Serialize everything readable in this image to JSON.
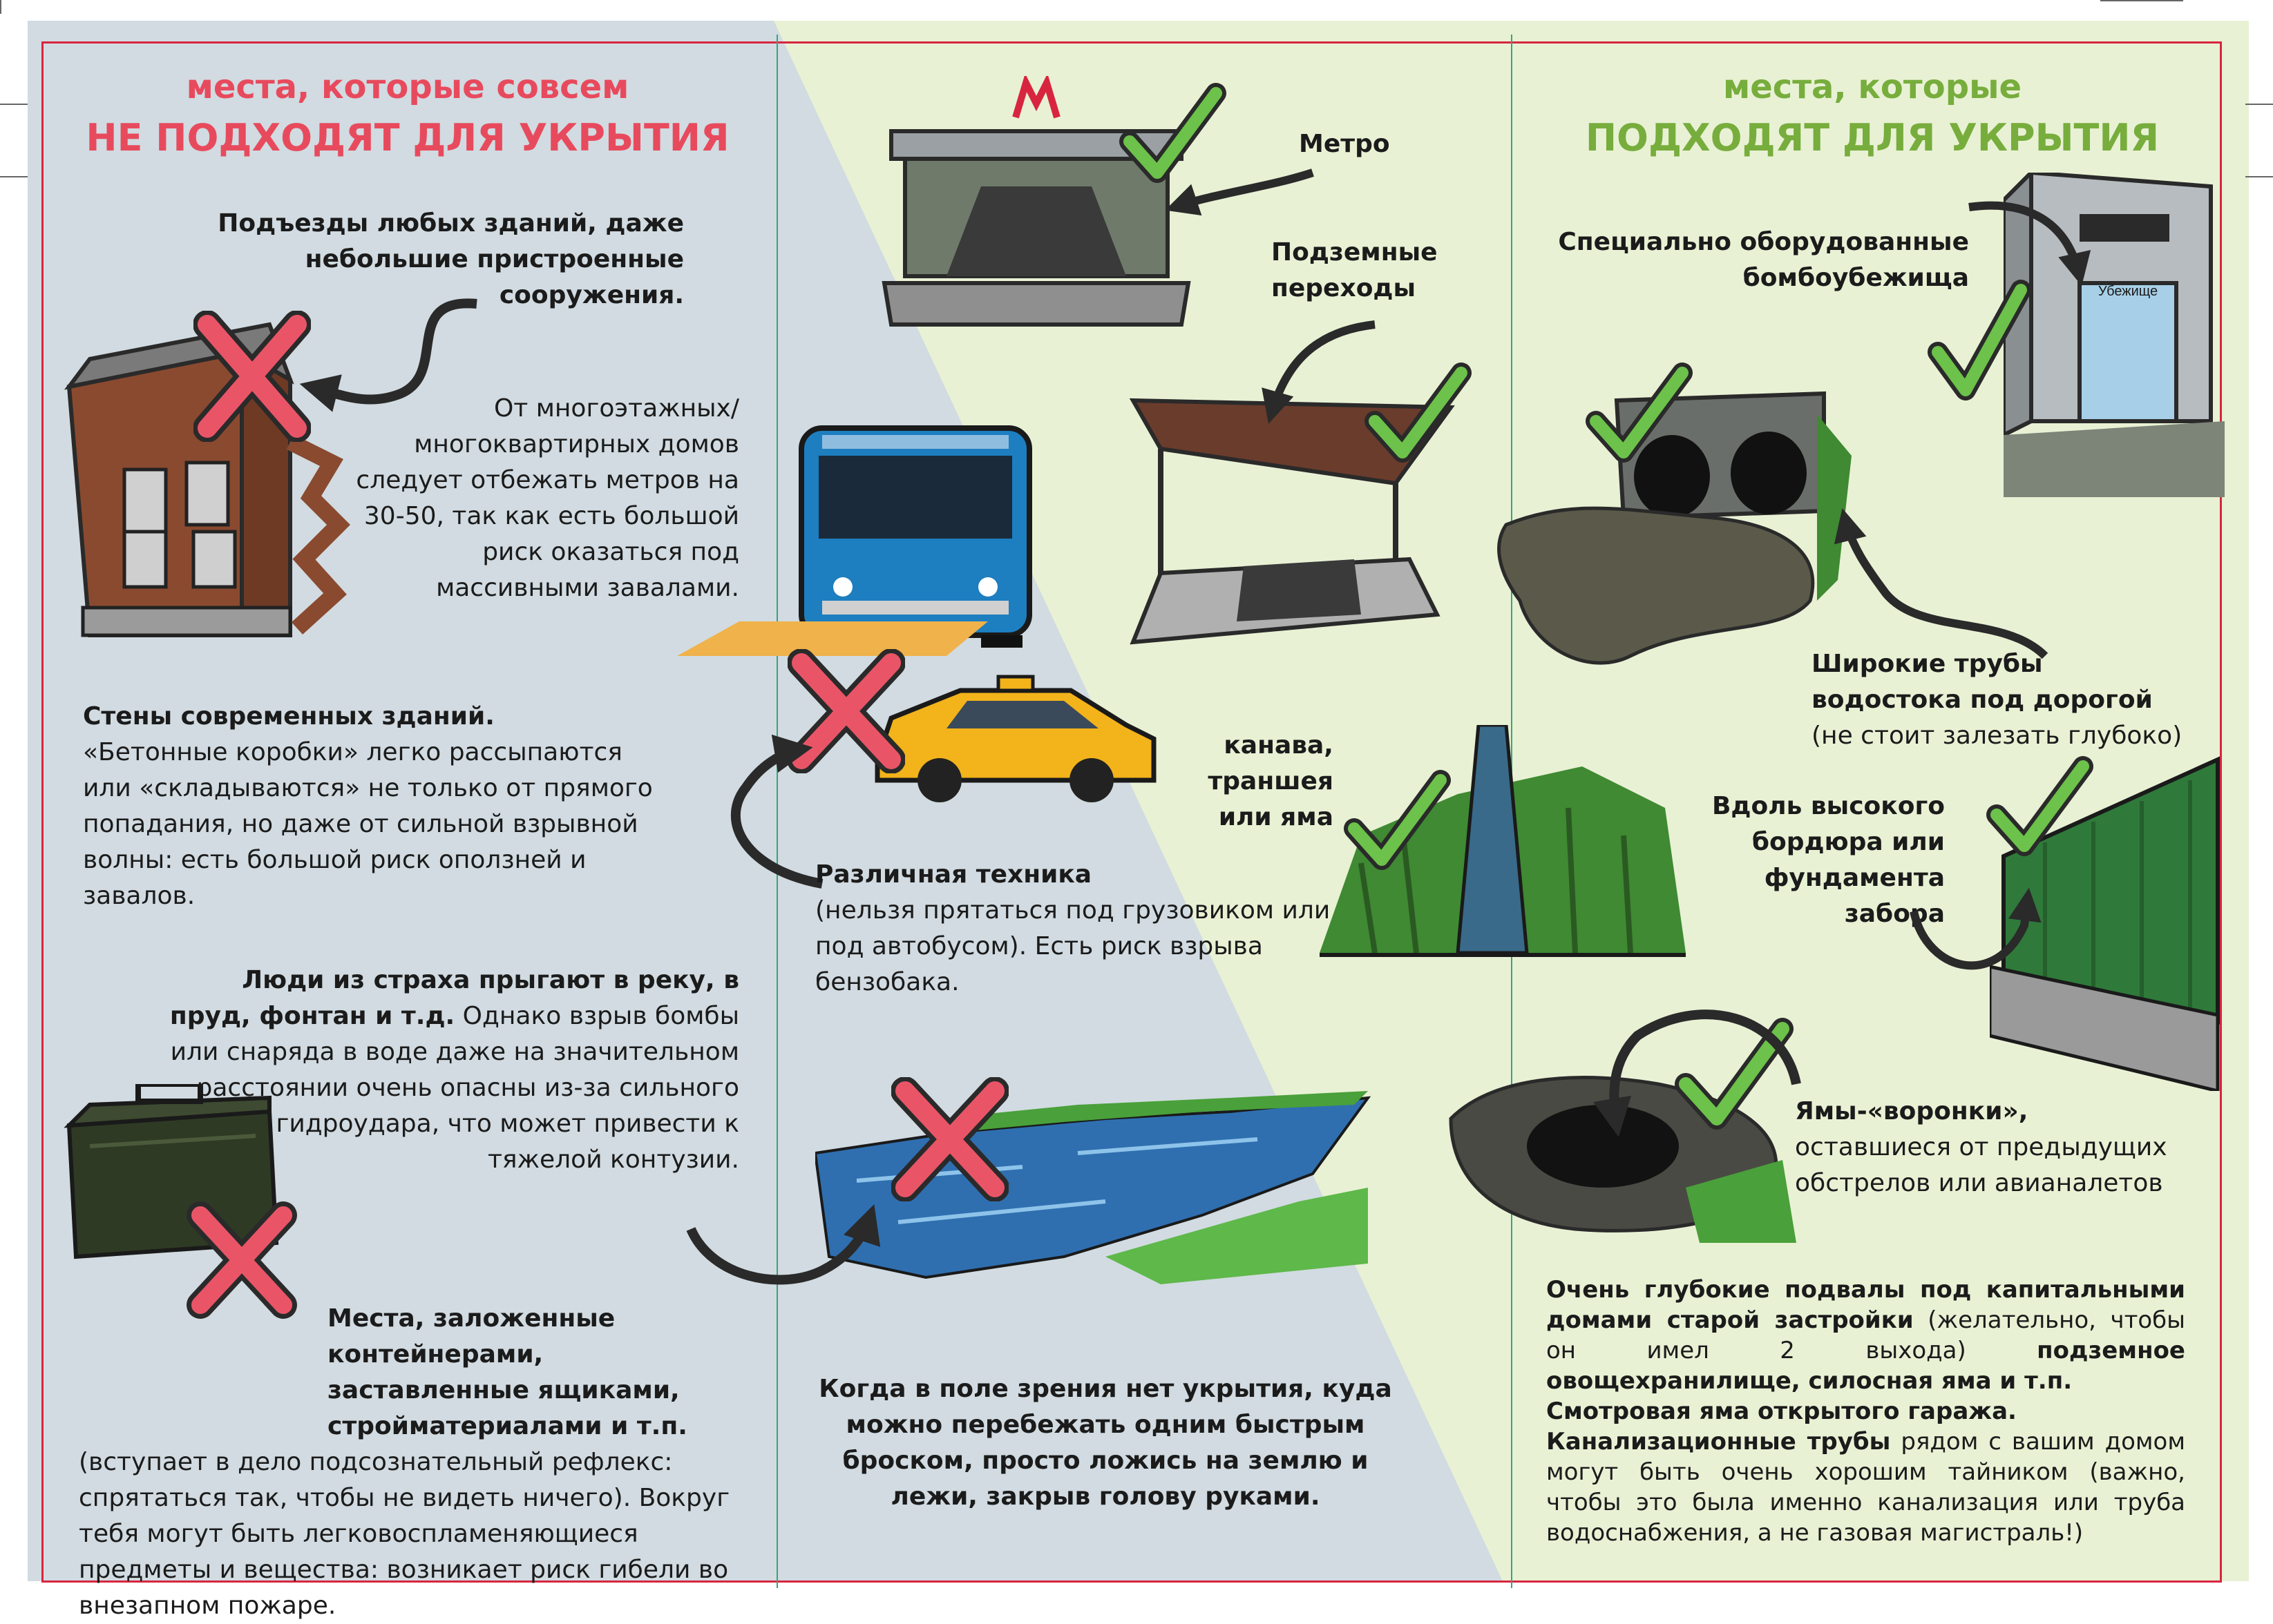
{
  "colors": {
    "left_panel": "#d1dbe1",
    "right_panel": "#e8f1d4",
    "frame": "#d8253f",
    "fold_lines": "#3aa37a",
    "heading_red": "#e84a5d",
    "heading_green": "#77ad3c",
    "check_green": "#6cc24a",
    "cross_red": "#e95567"
  },
  "left": {
    "title_line1": "места, которые совсем",
    "title_line2": "НЕ ПОДХОДЯТ ДЛЯ УКРЫТИЯ",
    "entrances": {
      "lead": "Подъезды любых зданий, даже небольшие пристроенные сооружения."
    },
    "apartments": {
      "text": "От многоэтажных/ многоквартирных домов следует отбежать метров на 30-50, так как есть большой риск оказаться под массивными завалами."
    },
    "walls": {
      "lead": "Стены современных зданий.",
      "text": "«Бетонные коробки» легко рассыпаются или «складываются» не только от прямого попадания, но даже от сильной взрывной волны: есть большой риск оползней и завалов."
    },
    "water": {
      "lead": "Люди из страха прыгают в реку, в пруд, фонтан и т.д.",
      "text": "Однако взрыв бомбы или снаряда в воде даже на значительном расстоянии очень опасны из-за сильного гидроудара, что может привести к тяжелой контузии."
    },
    "containers": {
      "lead": "Места, заложенные контейнерами, заставленные ящиками, стройматериалами и т.п.",
      "text": "(вступает в дело подсознательный рефлекс: спрятаться так, чтобы не видеть ничего). Вокруг тебя могут быть легковоспламеняющиеся предметы и вещества: возникает риск гибели во внезапном пожаре."
    }
  },
  "middle": {
    "metro_label": "Метро",
    "metro_sign": "M",
    "underpass_label": "Подземные переходы",
    "ditch_label": "канава, траншея или яма",
    "vehicles": {
      "lead": "Различная техника",
      "text": "(нельзя прятаться под грузовиком или под автобусом). Есть риск взрыва бензобака."
    },
    "open_field": "Когда в поле зрения нет укрытия, куда можно перебежать одним быстрым броском, просто ложись на землю и лежи, закрыв голову руками."
  },
  "right": {
    "title_line1": "места, которые",
    "title_line2": "ПОДХОДЯТ ДЛЯ УКРЫТИЯ",
    "bunkers_label": "Специально оборудованные бомбоубежища",
    "bunker_sign": "Убежище",
    "pipes": {
      "lead": "Широкие трубы водостока под дорогой",
      "text": "(не стоит залезать глубоко)"
    },
    "curb_label": "Вдоль высокого бордюра или фундамента забора",
    "craters": {
      "lead": "Ямы-«воронки»,",
      "text": "оставшиеся от предыдущих обстрелов или авианалетов"
    },
    "basements": {
      "p1_bold": "Очень глубокие подвалы под капитальными домами старой застройки",
      "p1_text": "(желательно, чтобы он имел 2 выхода)",
      "p1_bold2": "подземное овощехранилище, силосная яма и т.п.",
      "p2_bold": "Смотровая яма открытого гаража.",
      "p3_bold": "Канализационные трубы",
      "p3_text": "рядом с вашим домом могут быть очень хорошим тайником (важно, чтобы это была именно канализация или труба водоснабжения, а не газовая магистраль!)"
    }
  }
}
